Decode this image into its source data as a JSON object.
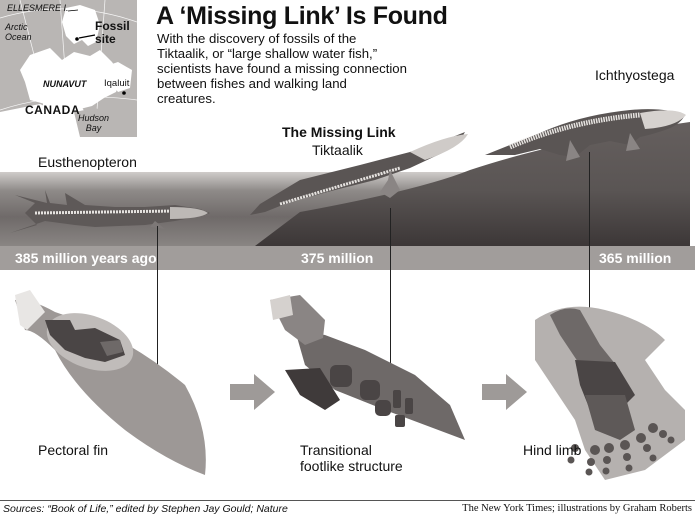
{
  "map": {
    "labels": {
      "island": "ELLESMERE I.",
      "ocean": "Arctic\nOcean",
      "fossil_site": "Fossil\nsite",
      "territory": "NUNAVUT",
      "city": "Iqaluit",
      "country": "CANADA",
      "bay": "Hudson\nBay"
    }
  },
  "header": {
    "title": "A ‘Missing Link’ Is Found",
    "dek": "With the discovery of fossils of the Tiktaalik, or “large shallow water fish,” scientists have found a missing connection between fishes and walking land creatures."
  },
  "species": [
    {
      "name": "Eusthenopteron",
      "tag": ""
    },
    {
      "name": "Tiktaalik",
      "tag": "The Missing Link"
    },
    {
      "name": "Ichthyostega",
      "tag": ""
    }
  ],
  "timeline": [
    {
      "label": "385 million years ago"
    },
    {
      "label": "375 million"
    },
    {
      "label": "365 million"
    }
  ],
  "limbs": [
    {
      "caption": "Pectoral fin"
    },
    {
      "caption": "Transitional\nfootlike structure"
    },
    {
      "caption": "Hind limb"
    }
  ],
  "footer": {
    "sources": "Sources: “Book of Life,” edited by Stephen Jay Gould; Nature",
    "credit": "The New York Times; illustrations by Graham Roberts"
  },
  "colors": {
    "water_top": "#c9c6c4",
    "water_mid": "#7a7573",
    "land": "#4a4545",
    "band": "#a19d9b",
    "arrow": "#9e9a98"
  }
}
